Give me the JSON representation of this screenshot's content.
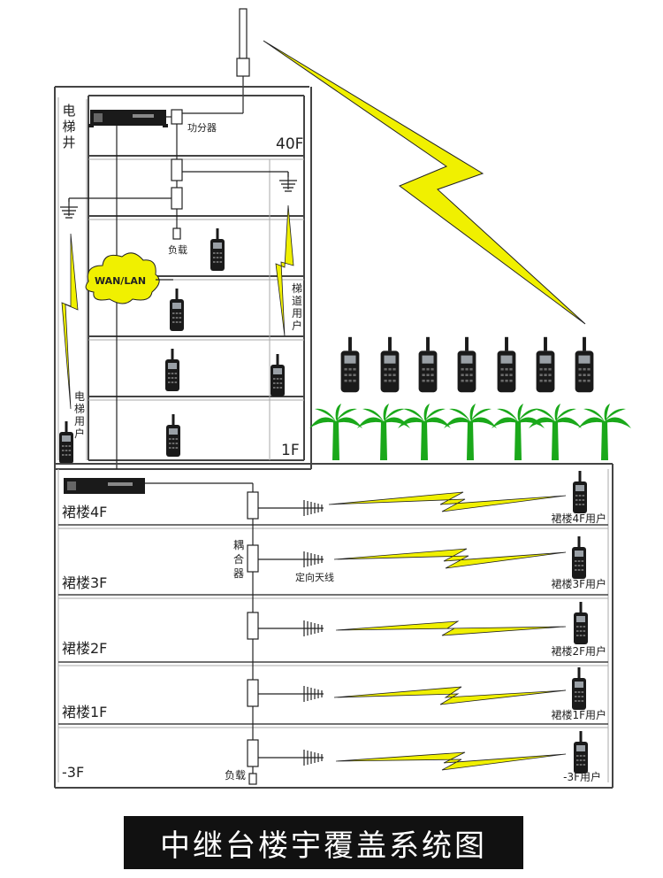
{
  "tower": {
    "shaft_label": [
      "电",
      "梯",
      "井"
    ],
    "top_floor_label": "40F",
    "bottom_floor_label": "1F",
    "splitter_label": "功分器",
    "load_label": "负载",
    "network_label": "WAN/LAN",
    "stairway_user_label": [
      "梯",
      "道",
      "用",
      "户"
    ],
    "elevator_user_label": [
      "电",
      "梯",
      "用",
      "户"
    ]
  },
  "podium": {
    "coupler_label": [
      "耦",
      "合",
      "器"
    ],
    "directional_antenna_label": "定向天线",
    "load_label": "负载",
    "floors": [
      {
        "name": "裙楼4F",
        "user": "裙楼4F用户"
      },
      {
        "name": "裙楼3F",
        "user": "裙楼3F用户"
      },
      {
        "name": "裙楼2F",
        "user": "裙楼2F用户"
      },
      {
        "name": "裙楼1F",
        "user": "裙楼1F用户"
      },
      {
        "name": "-3F",
        "user": "-3F用户"
      }
    ]
  },
  "footer_title": "中继台楼宇覆盖系统图",
  "colors": {
    "lightning": "#f0f000",
    "tree": "#1aa81a",
    "radio": "#1a1a1a",
    "title_bg": "#111111"
  }
}
